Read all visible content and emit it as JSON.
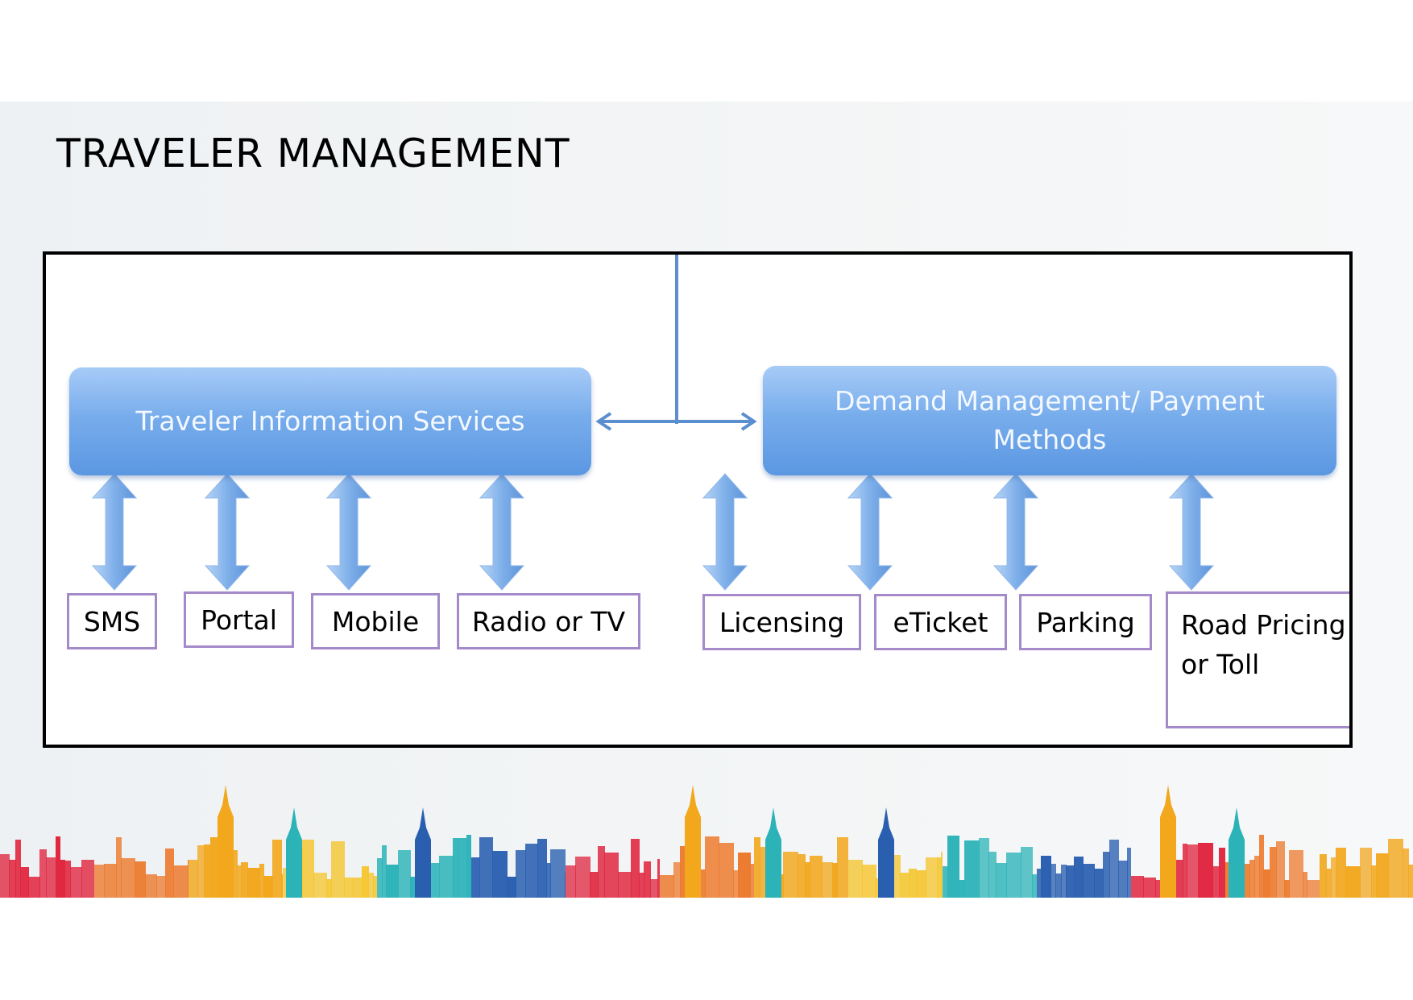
{
  "slide": {
    "title": "TRAVELER MANAGEMENT"
  },
  "diagram": {
    "left_hub": {
      "label": "Traveler Information Services"
    },
    "right_hub": {
      "label": "Demand Management/ Payment Methods"
    },
    "left_items": [
      "SMS",
      "Portal",
      "Mobile",
      "Radio or TV"
    ],
    "right_items": [
      "Licensing",
      "eTicket",
      "Parking",
      "Road Pricing or Toll"
    ]
  },
  "colors": {
    "hub_fill": "#6ea6ea",
    "connector": "#5a8ecf",
    "leaf_border": "#a48ac8",
    "skyline": [
      "#e0263f",
      "#ec7a2e",
      "#f2a71d",
      "#f5c52b",
      "#2bb3b8",
      "#2a5fb0"
    ]
  }
}
